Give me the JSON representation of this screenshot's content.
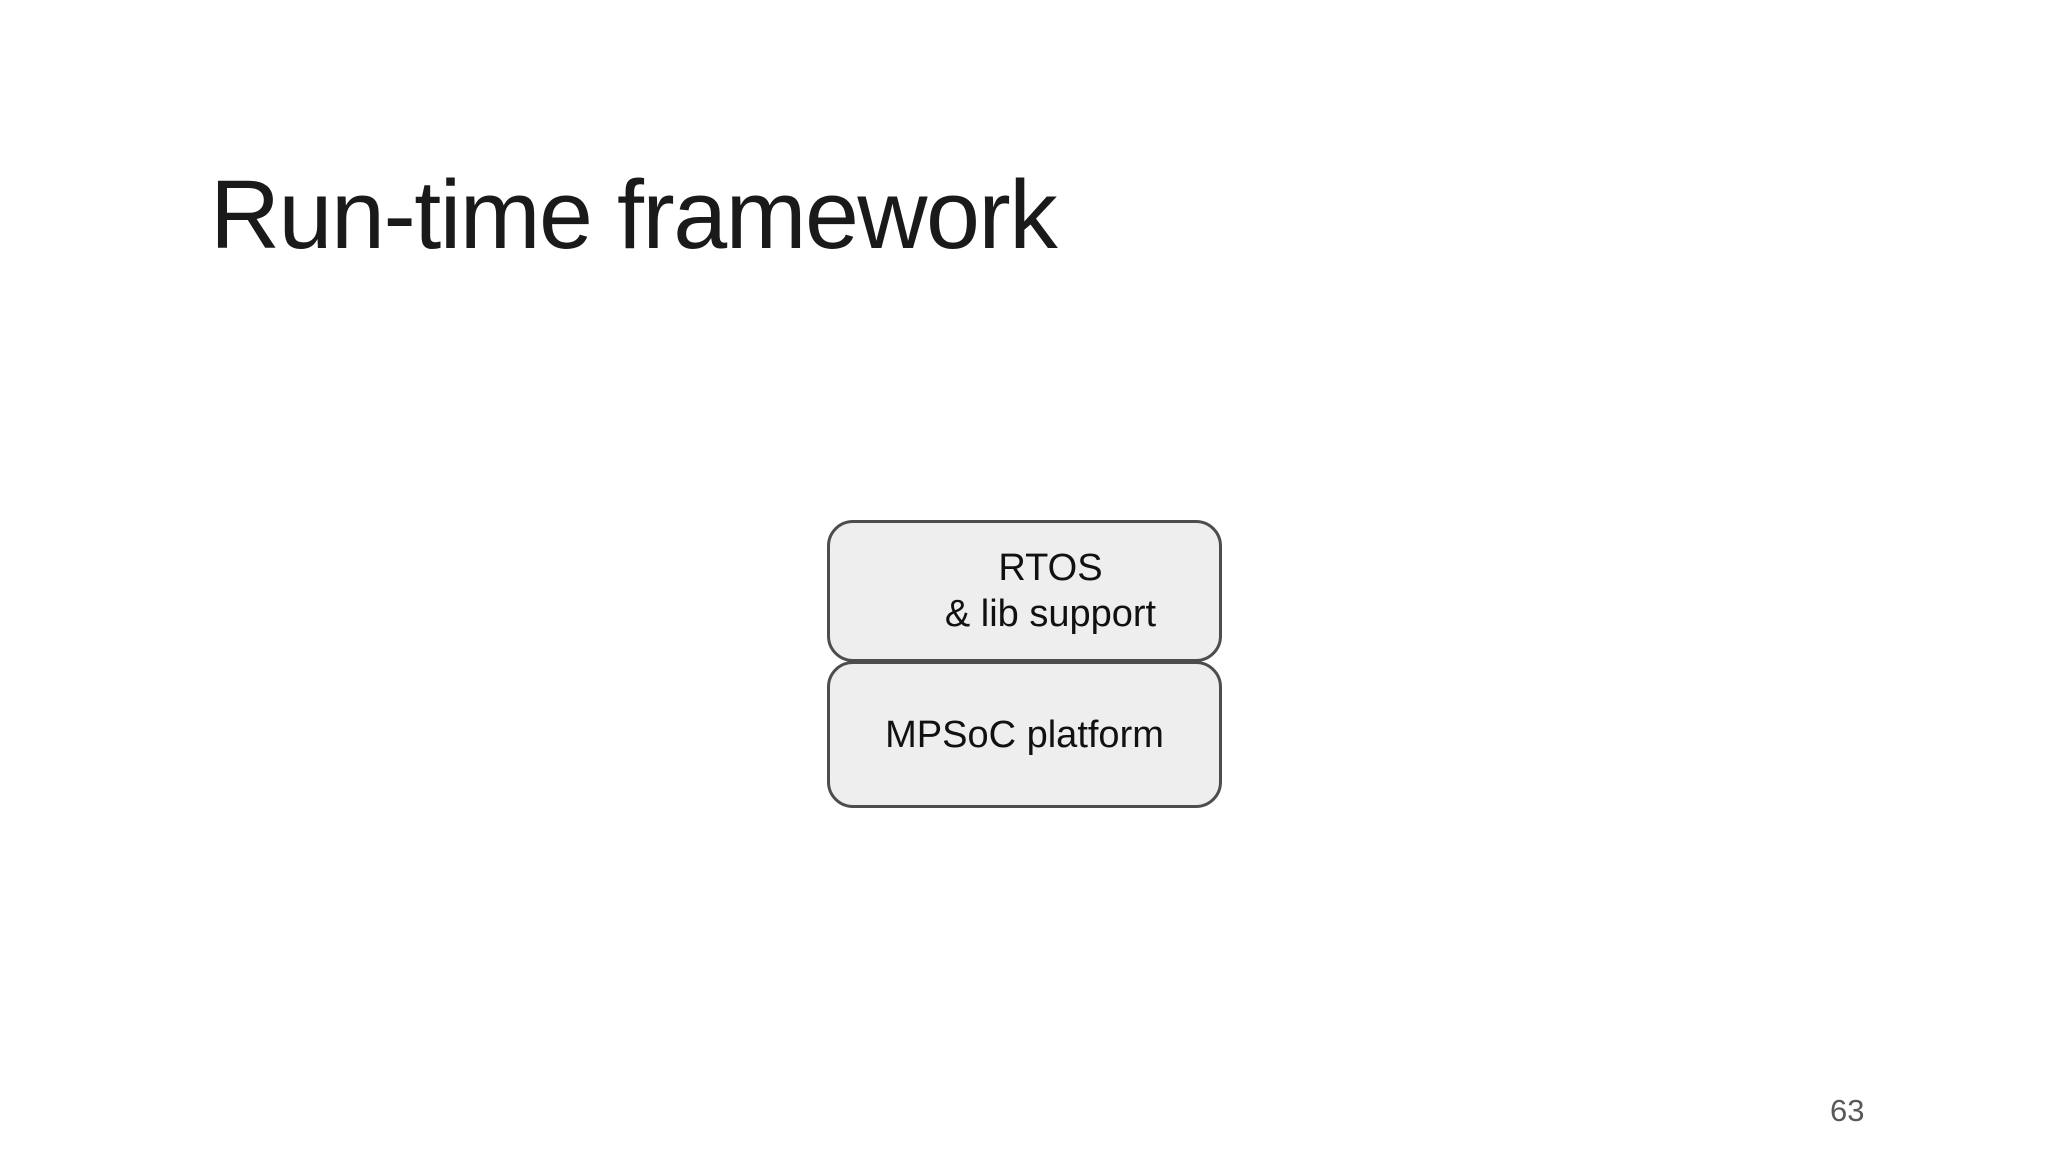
{
  "slide": {
    "title": "Run-time framework",
    "page_number": "63",
    "diagram": {
      "boxes": [
        {
          "id": "rtos",
          "lines": [
            "RTOS",
            "& lib support"
          ]
        },
        {
          "id": "mpsoc",
          "lines": [
            "MPSoC platform"
          ]
        }
      ]
    },
    "colors": {
      "background": "#ffffff",
      "title_text": "#1a1a1a",
      "box_fill": "#eeeeee",
      "box_border": "#4d4d4d",
      "box_text": "#111111",
      "page_number_text": "#595959"
    }
  }
}
